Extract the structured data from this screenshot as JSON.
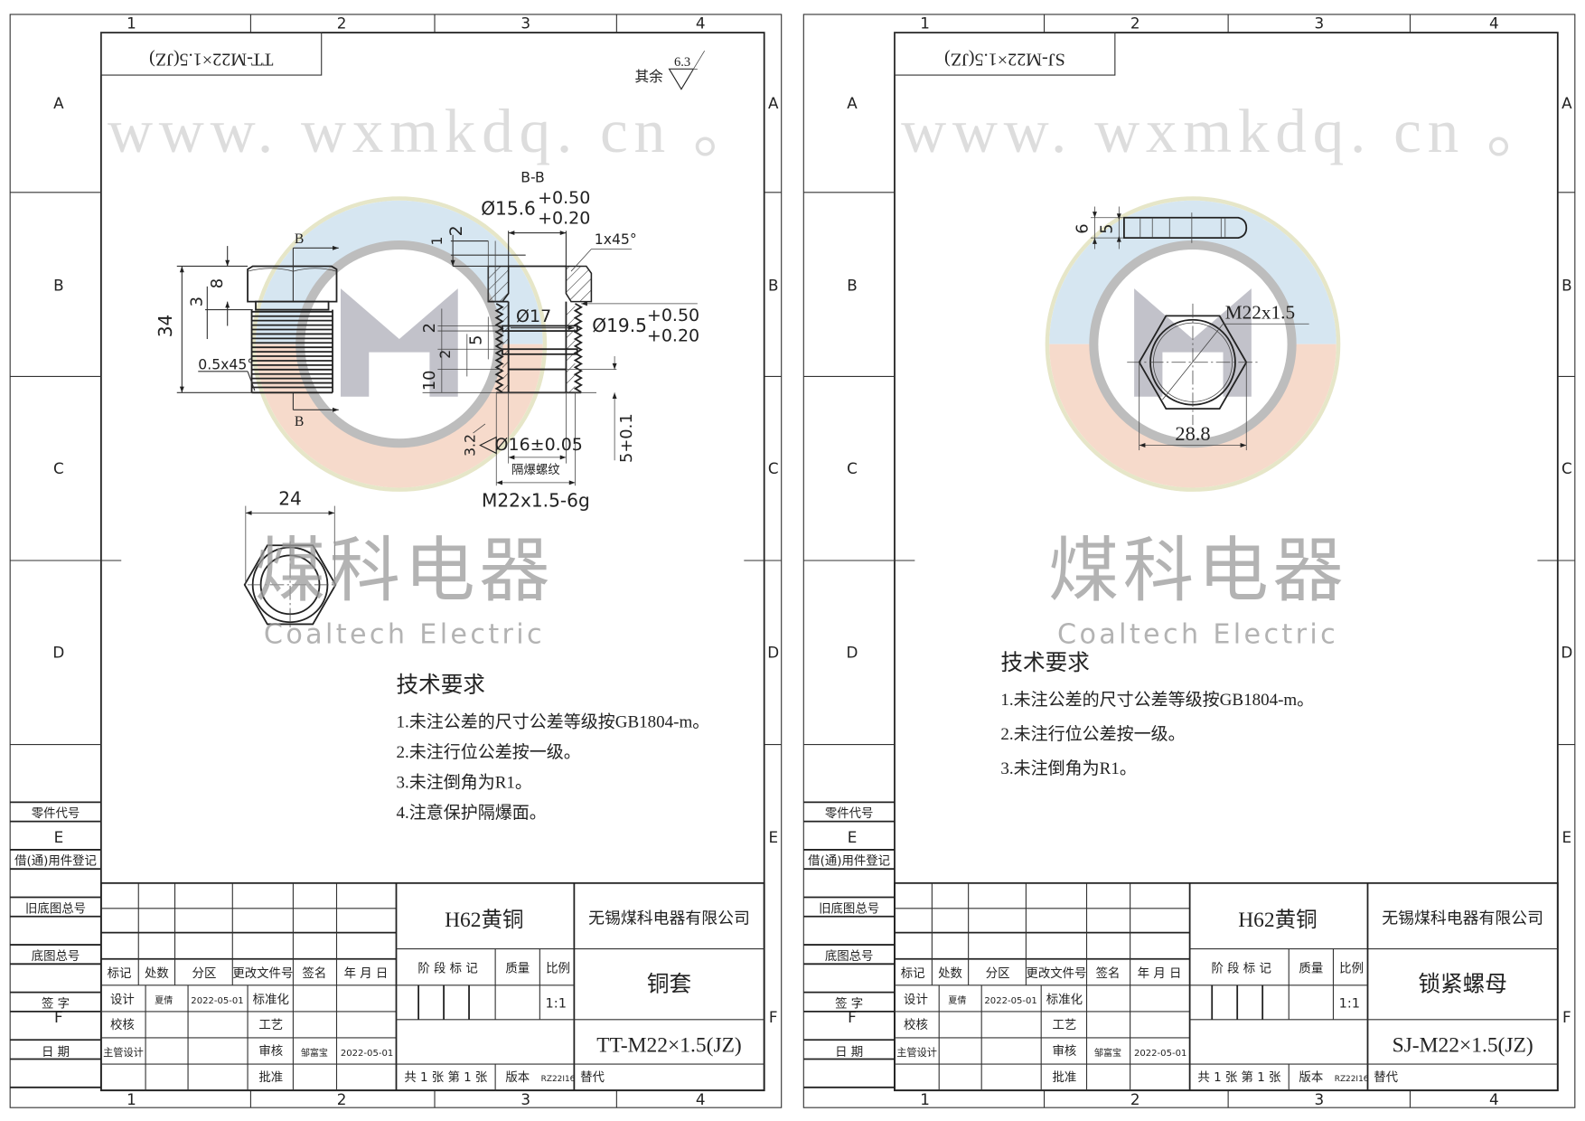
{
  "border": {
    "columns": [
      "1",
      "2",
      "3",
      "4"
    ],
    "rows": [
      "A",
      "B",
      "C",
      "D",
      "E",
      "F"
    ]
  },
  "stamp_column": [
    "零件代号",
    "借(通)用件登记",
    "旧底图总号",
    "底图总号",
    "签 字",
    "日 期"
  ],
  "watermark": {
    "cn": "煤科电器",
    "en": "Coaltech Electric",
    "url": "www. wxmkdq. cn 。",
    "colors": {
      "upper": "#cfe2ef",
      "lower": "#f4d3c2",
      "ring": "#bdbdbd",
      "letter": "#8f8f9f"
    }
  },
  "title_block_common": {
    "headers": [
      "标记",
      "处数",
      "分区",
      "更改文件号",
      "签名",
      "年 月 日"
    ],
    "design": [
      "设计",
      "夏倩",
      "2022-05-01",
      "标准化"
    ],
    "check": [
      "校核",
      "工艺"
    ],
    "supervisor": [
      "主管设计",
      "审核",
      "邹富宝",
      "2022-05-01"
    ],
    "approve": "批准",
    "stage_headers": [
      "阶 段 标 记",
      "质量",
      "比例"
    ],
    "scale": "1:1",
    "sheet_count": "共 1 张  第 1 张",
    "version_label": "版本",
    "version": "RZ22I16",
    "replace": "替代",
    "material": "H62黄铜",
    "company": "无锡煤科电器有限公司"
  },
  "sheets": [
    {
      "code_rotated": "TT-M22×1.5(JZ)",
      "roughness": {
        "label": "其余",
        "value": "6.3"
      },
      "part_name": "铜套",
      "part_code": "TT-M22×1.5(JZ)",
      "dims": {
        "section_label": "B-B",
        "cut_mark": "B",
        "d156": "Ø15.6",
        "tol_plus": "+0.50",
        "tol_minus": "+0.20",
        "chamfer": "1x45°",
        "d17": "Ø17",
        "d195": "Ø19.5",
        "d16": "Ø16±0.05",
        "rough32": "3.2",
        "thread_note": "隔爆螺纹",
        "thread": "M22x1.5-6g",
        "depth": "5+0.1",
        "n1": "1",
        "n2": "2",
        "n5": "5",
        "n10": "10",
        "n34": "34",
        "n8": "8",
        "n3": "3",
        "chamfer05": "0.5x45°",
        "n24": "24"
      },
      "tech": {
        "title": "技术要求",
        "items": [
          "1.未注公差的尺寸公差等级按GB1804-m。",
          "2.未注行位公差按一级。",
          "3.未注倒角为R1。",
          "4.注意保护隔爆面。"
        ]
      }
    },
    {
      "code_rotated": "SJ-M22×1.5(JZ)",
      "part_name": "锁紧螺母",
      "part_code": "SJ-M22×1.5(JZ)",
      "dims": {
        "n6": "6",
        "n5": "5",
        "thread": "M22x1.5",
        "across": "28.8"
      },
      "tech": {
        "title": "技术要求",
        "items": [
          "1.未注公差的尺寸公差等级按GB1804-m。",
          "2.未注行位公差按一级。",
          "3.未注倒角为R1。"
        ]
      }
    }
  ]
}
